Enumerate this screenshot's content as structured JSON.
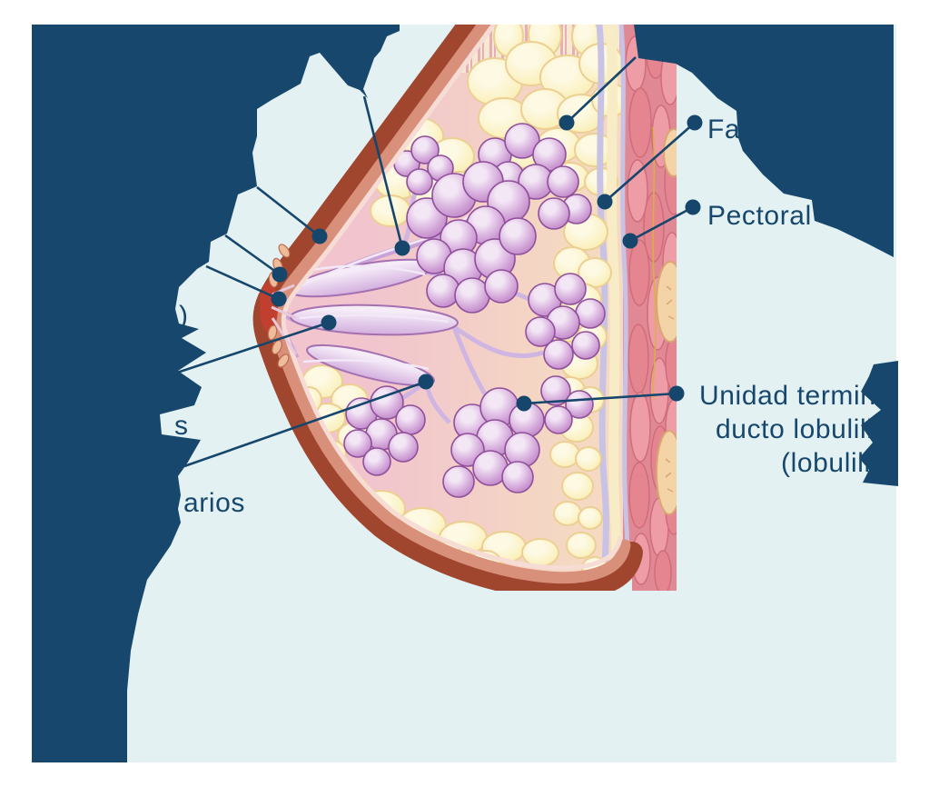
{
  "document": {
    "language": "es",
    "description": "Diagrama anatomico de la mama en corte sagital con etiquetas parcialmente ocultas por manchas azul marino"
  },
  "labels": {
    "fascia": {
      "visible_text": "Fa"
    },
    "pectoral": {
      "visible_text": "Pectoral"
    },
    "terminal_duct_unit": {
      "line1": "Unidad termin",
      "line2": "ducto lobulill",
      "line3": "(lobulill"
    },
    "left_fragments": {
      "parenthesis": ")",
      "letter_s": "s",
      "arios": "arios"
    }
  },
  "colors": {
    "background": "#ffffff",
    "panel_tint": "#e3f1f3",
    "navy_overlay": "#17476c",
    "label_text": "#17476c",
    "leader_line": "#16466b",
    "skin_band": "#a0452e",
    "skin_inner": "#d8907a",
    "fat_lobule": "#faf0bb",
    "alveoli_purple": "#b878bf",
    "duct_lavender": "#d3aede",
    "muscle_pink": "#e795a0",
    "rib_tan": "#f4d3a6",
    "parenchyma_pink": "#f1c4ce"
  }
}
